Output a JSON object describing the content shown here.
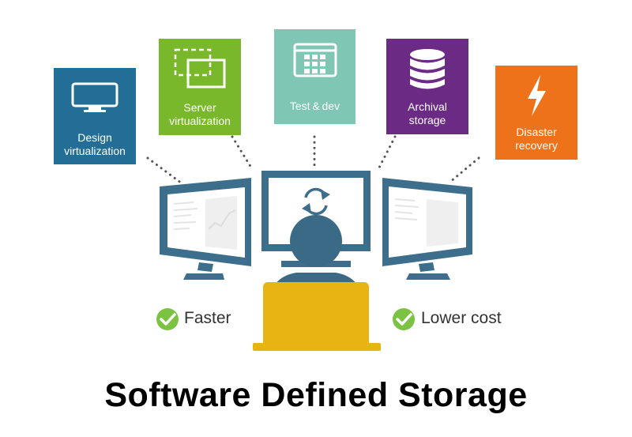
{
  "tiles": [
    {
      "label_line1": "Design",
      "label_line2": "virtualization",
      "color": "#236e96",
      "icon": "monitor-icon"
    },
    {
      "label_line1": "Server",
      "label_line2": "virtualization",
      "color": "#78b82a",
      "icon": "overlapping-windows-icon"
    },
    {
      "label_line1": "Test & dev",
      "label_line2": "",
      "color": "#7fc6b4",
      "icon": "app-grid-window-icon"
    },
    {
      "label_line1": "Archival",
      "label_line2": "storage",
      "color": "#6b2a84",
      "icon": "database-icon"
    },
    {
      "label_line1": "Disaster",
      "label_line2": "recovery",
      "color": "#ee7219",
      "icon": "lightning-bolt-icon"
    }
  ],
  "benefits": [
    {
      "label": "Faster",
      "color": "#7cc243",
      "icon": "checkmark-icon"
    },
    {
      "label": "Lower cost",
      "color": "#7cc243",
      "icon": "checkmark-icon"
    }
  ],
  "title": "Software Defined Storage",
  "colors": {
    "monitor": "#3d6e8c",
    "screen": "#ffffff",
    "person": "#3a6a86",
    "chair": "#e8b414",
    "dots": "#555555"
  },
  "center_icon": "sync-arrows-icon"
}
